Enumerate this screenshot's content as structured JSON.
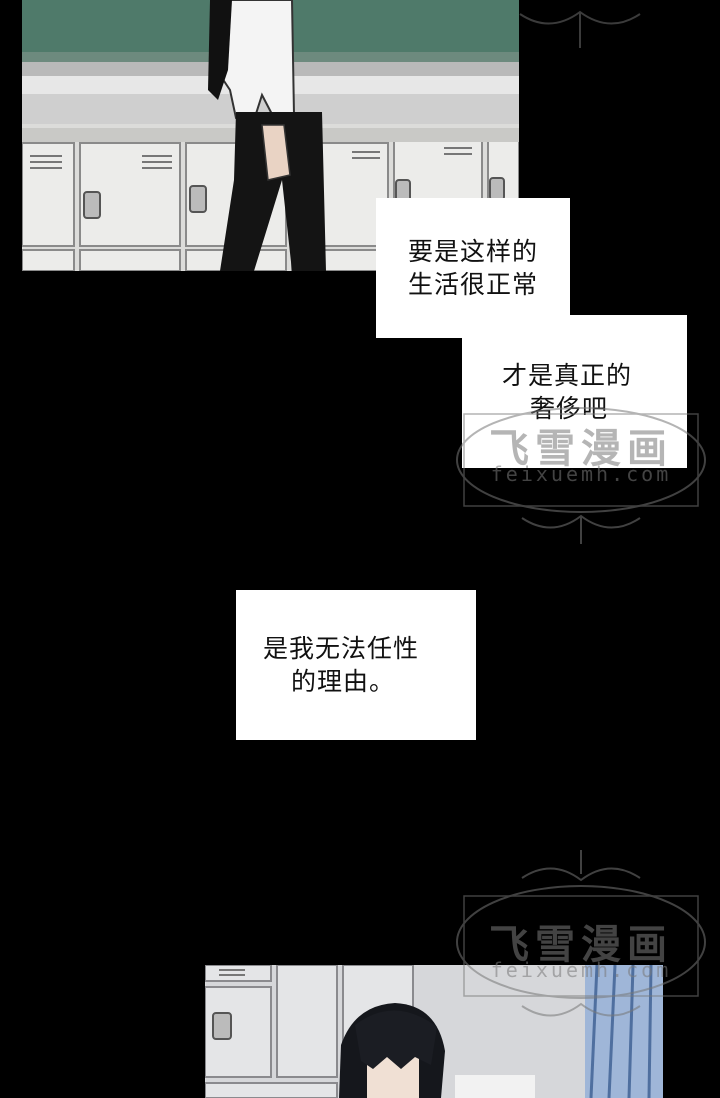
{
  "bubbles": {
    "b1": {
      "line1": "要是这样的",
      "line2": "生活很正常"
    },
    "b2": {
      "line1": "才是真正的",
      "line2": "奢侈吧"
    },
    "b3": {
      "line1": "是我无法任性",
      "line2": "的理由。"
    }
  },
  "watermark": {
    "title": "飞雪漫画",
    "url": "feixuemh.com"
  },
  "colors": {
    "background": "#000000",
    "bubble": "#ffffff",
    "text": "#111111",
    "board": "#4f7a6a"
  }
}
